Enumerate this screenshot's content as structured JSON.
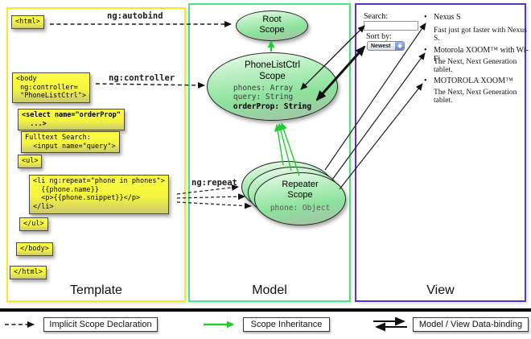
{
  "diagram": {
    "columns": {
      "template": "Template",
      "model": "Model",
      "view": "View"
    }
  },
  "template": {
    "html_open": "<html>",
    "body_open": "<body\n ng:controller=\n \"PhoneListCtrl\">",
    "select": "<select name=\"orderProp\"\n  ...>",
    "fulltext": "Fulltext Search:\n  <input name=\"query\">",
    "ul_open": "<ul>",
    "li_repeat": "<li ng:repeat=\"phone in phones\">\n  {{phone.name}}\n  <p>{{phone.snippet}}</p>\n</li>",
    "ul_close": "</ul>",
    "body_close": "</body>",
    "html_close": "</html>",
    "label_autobind": "ng:autobind",
    "label_controller": "ng:controller",
    "label_repeat": "ng:repeat"
  },
  "model": {
    "root_scope": {
      "title": "Root\nScope"
    },
    "phonelist_scope": {
      "title": "PhoneListCtrl\nScope",
      "prop_phones": "phones: Array",
      "prop_query": "query: String",
      "prop_orderprop": "orderProp: String"
    },
    "repeater_scope": {
      "title": "Repeater\nScope",
      "prop_phone": "phone: Object"
    }
  },
  "view": {
    "search_label": "Search:",
    "search_value": "",
    "sort_label": "Sort by:",
    "sort_value": "Newest",
    "items": [
      {
        "title": "Nexus S",
        "desc": "Fast just got faster with Nexus S."
      },
      {
        "title": "Motorola XOOM™ with Wi-Fi",
        "desc": "The Next, Next Generation tablet."
      },
      {
        "title": "MOTOROLA XOOM™",
        "desc": "The Next, Next Generation tablet."
      }
    ]
  },
  "legend": {
    "implicit": "Implicit Scope Declaration",
    "inheritance": "Scope Inheritance",
    "binding": "Model / View Data-binding"
  },
  "colors": {
    "template_border": "#f0e92e",
    "model_border": "#4fe08c",
    "view_border": "#5636c9",
    "inheritance_green": "#22cc33"
  }
}
